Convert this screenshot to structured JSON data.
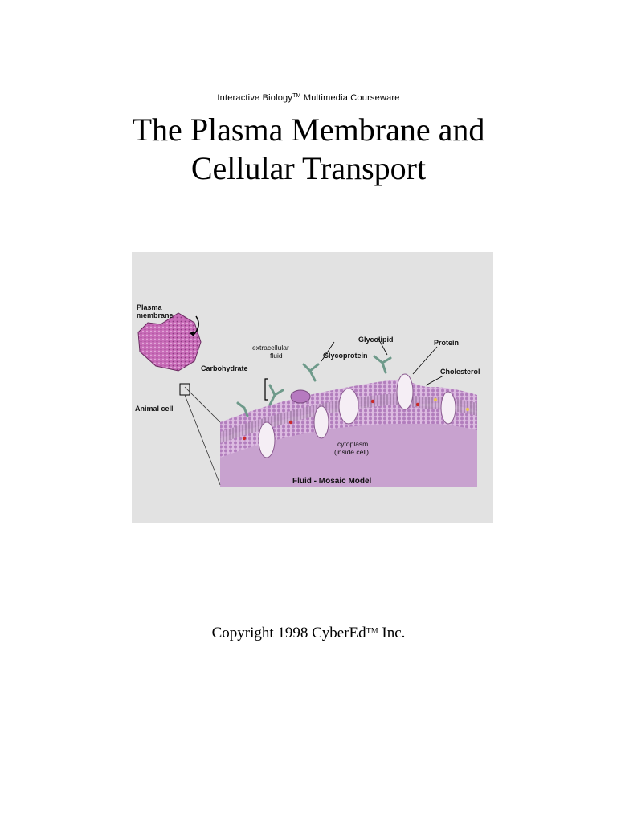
{
  "header": {
    "series_prefix": "Interactive Biology",
    "series_tm": "TM",
    "series_suffix": " Multimedia Courseware"
  },
  "title": {
    "line1": "The Plasma Membrane and",
    "line2": "Cellular Transport"
  },
  "figure": {
    "labels": {
      "plasma_membrane_1": "Plasma",
      "plasma_membrane_2": "membrane",
      "animal_cell": "Animal cell",
      "extracellular_1": "extracellular",
      "extracellular_2": "fluid",
      "carbohydrate": "Carbohydrate",
      "glycoprotein": "Glycoprotein",
      "glycolipid": "Glycolipid",
      "protein": "Protein",
      "cholesterol": "Cholesterol",
      "cytoplasm_1": "cytoplasm",
      "cytoplasm_2": "(inside cell)",
      "model": "Fluid - Mosaic Model"
    },
    "colors": {
      "background": "#e2e2e2",
      "cytoplasm": "#c8a2cf",
      "membrane": "#d8b5de",
      "membrane_dots": "#b27ebd",
      "cell": "#c86cb8",
      "protein": "#f5eef5",
      "carbohydrate": "#6e9a8a"
    }
  },
  "footer": {
    "copyright_prefix": "Copyright 1998 CyberEd",
    "copyright_tm": "TM",
    "copyright_suffix": " Inc."
  }
}
